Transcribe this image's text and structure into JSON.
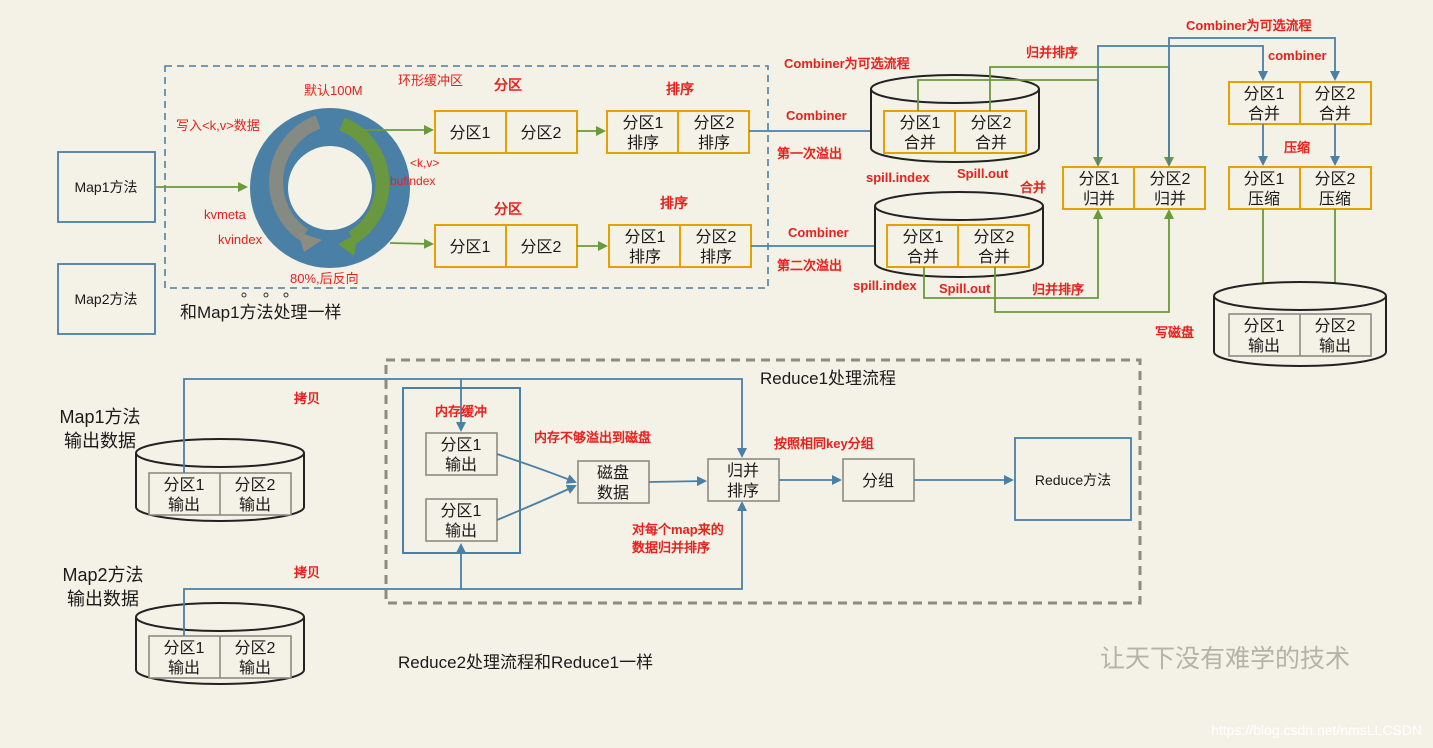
{
  "map_side": {
    "map1": "Map1方法",
    "map2": "Map2方法",
    "map2_note": "和Map1方法处理一样",
    "buffer_title": "环形缓冲区",
    "default_size": "默认100M",
    "write_kv": "写入<k,v>数据",
    "kv": "<k,v>",
    "bufindex": "bufindex",
    "kvmeta": "kvmeta",
    "kvindex": "kvindex",
    "reverse": "80%,后反向",
    "partition_title": "分区",
    "sort_title": "排序",
    "p1": "分区1",
    "p2": "分区2",
    "p1_sort": [
      "分区1",
      "排序"
    ],
    "p2_sort": [
      "分区2",
      "排序"
    ],
    "combiner": "Combiner",
    "combiner_optional": "Combiner为可选流程",
    "first_spill": "第一次溢出",
    "second_spill": "第二次溢出",
    "p1_merge": [
      "分区1",
      "合并"
    ],
    "p2_merge": [
      "分区2",
      "合并"
    ],
    "spill_index": "spill.index",
    "spill_out_1": "Spill.out",
    "spill_out_2": "Spill.out",
    "merge": "合并",
    "merge_sort": "归并排序",
    "merge_sort_2": "归并排序",
    "p1_msort": [
      "分区1",
      "归并"
    ],
    "p2_msort": [
      "分区2",
      "归并"
    ],
    "combiner_optional_2": "Combiner为可选流程",
    "combiner_small": "combiner",
    "compress": "压缩",
    "p1_comb": [
      "分区1",
      "合并"
    ],
    "p2_comb": [
      "分区2",
      "合并"
    ],
    "p1_zip": [
      "分区1",
      "压缩"
    ],
    "p2_zip": [
      "分区2",
      "压缩"
    ],
    "write_disk": "写磁盘",
    "p1_out": [
      "分区1",
      "输出"
    ],
    "p2_out": [
      "分区2",
      "输出"
    ]
  },
  "reduce_side": {
    "title": "Reduce1处理流程",
    "map1_output": [
      "Map1方法",
      "输出数据"
    ],
    "map2_output": [
      "Map2方法",
      "输出数据"
    ],
    "copy1": "拷贝",
    "copy2": "拷贝",
    "mem_buffer": "内存缓冲",
    "mem_spill": "内存不够溢出到磁盘",
    "disk_data": [
      "磁盘",
      "数据"
    ],
    "merge_sort": [
      "归并",
      "排序"
    ],
    "group_by_key": "按照相同key分组",
    "group": "分组",
    "reduce_method": "Reduce方法",
    "merge_each_map": [
      "对每个map来的",
      "数据归并排序"
    ],
    "p1_out": [
      "分区1",
      "输出"
    ],
    "p2_out": [
      "分区2",
      "输出"
    ],
    "reduce2_note": "Reduce2处理流程和Reduce1一样"
  },
  "watermark": {
    "calligraphy": "让天下没有难学的技术",
    "url": "https://blog.csdn.net/nmsLLCSDN"
  },
  "colors": {
    "red": "#e8211d",
    "gold": "#e5a100",
    "blue": "#4a7fa6",
    "green": "#6a9a3a",
    "gray": "#8c8c80",
    "background": "#f4f1e6"
  }
}
